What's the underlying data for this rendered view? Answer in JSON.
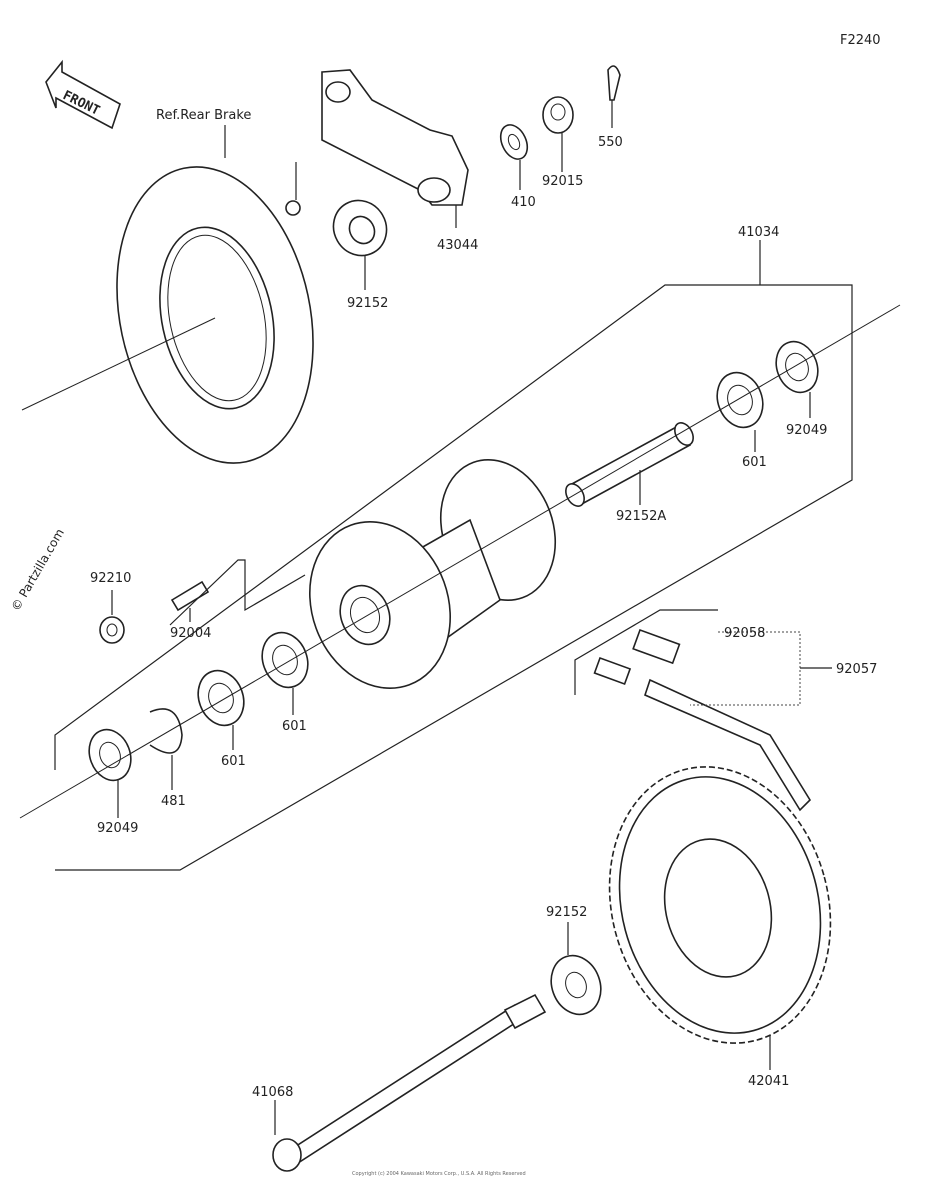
{
  "diagram_code": "F2240",
  "front_label": "FRONT",
  "ref_label": "Ref.Rear Brake",
  "watermark": "© Partzilla.com",
  "copyright": "Copyright (c) 2004 Kawasaki Motors Corp., U.S.A. All Rights Reserved",
  "part_labels": {
    "p550": "550",
    "p92015": "92015",
    "p410": "410",
    "p43044": "43044",
    "p92152_top": "92152",
    "p41034": "41034",
    "p92049_right": "92049",
    "p601_right": "601",
    "p92152A": "92152A",
    "p92210": "92210",
    "p92004": "92004",
    "p601_mid": "601",
    "p601_left": "601",
    "p481": "481",
    "p92049_left": "92049",
    "p92058": "92058",
    "p92057": "92057",
    "p92152_bottom": "92152",
    "p42041": "42041",
    "p41068": "41068"
  },
  "colors": {
    "line": "#222222",
    "background": "#ffffff"
  }
}
